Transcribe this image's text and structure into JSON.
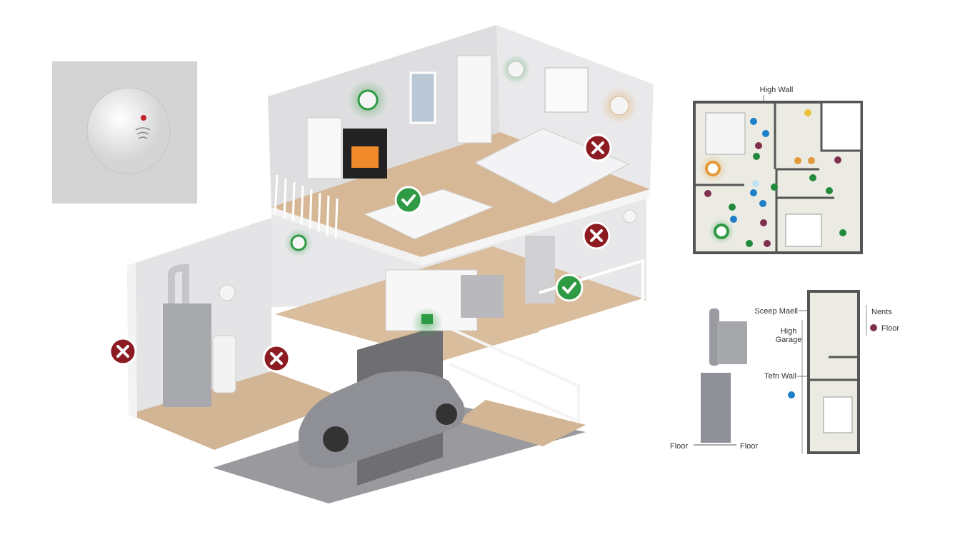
{
  "colors": {
    "ok": "#2e9a44",
    "bad": "#8c1c22",
    "dot_blue": "#1f7fc8",
    "dot_green": "#228a3c",
    "dot_plum": "#80304f",
    "dot_orange": "#e39a3a",
    "dot_yellow": "#e9c23a",
    "dot_lightblue": "#bfe3f5"
  },
  "markers": {
    "correct_placement_icon": "check-circle",
    "incorrect_placement_icon": "x-circle"
  },
  "floor_plan": {
    "label_top": "High Wall"
  },
  "side_view": {
    "label_floor_left": "Floor",
    "label_floor_right": "Floor",
    "label_sceep": "Sceep Maell",
    "label_high_garage_1": "High",
    "label_high_garage_2": "Garage",
    "label_wall": "Tefn Wall",
    "label_nents": "Nents",
    "label_floor_legend": "Floor"
  }
}
